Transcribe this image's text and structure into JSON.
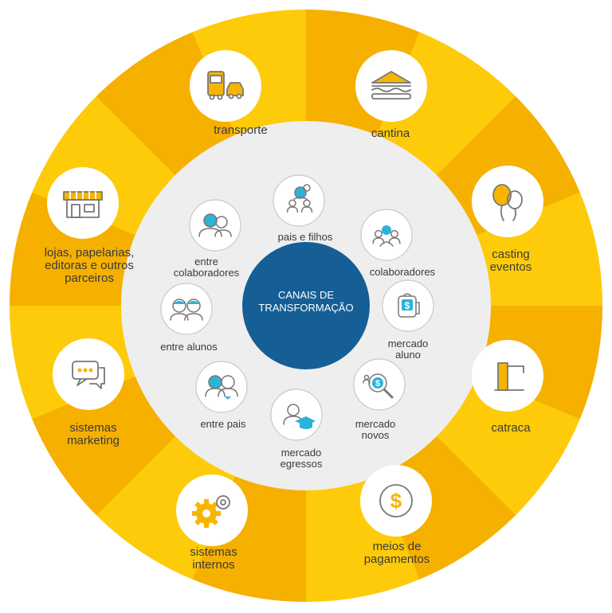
{
  "center": {
    "line1": "CANAIS DE",
    "line2": "TRANSFORMAÇÃO"
  },
  "outer": [
    {
      "id": "transporte",
      "lines": [
        "transporte"
      ],
      "icon": "bus-car-icon"
    },
    {
      "id": "cantina",
      "lines": [
        "cantina"
      ],
      "icon": "sandwich-icon"
    },
    {
      "id": "casting",
      "lines": [
        "casting",
        "eventos"
      ],
      "icon": "balloons-icon"
    },
    {
      "id": "catraca",
      "lines": [
        "catraca"
      ],
      "icon": "turnstile-icon"
    },
    {
      "id": "meios",
      "lines": [
        "meios de",
        "pagamentos"
      ],
      "icon": "dollar-coin-icon"
    },
    {
      "id": "sistemas-internos",
      "lines": [
        "sistemas",
        "internos"
      ],
      "icon": "gears-icon"
    },
    {
      "id": "sistemas-marketing",
      "lines": [
        "sistemas",
        "marketing"
      ],
      "icon": "chat-bubble-icon"
    },
    {
      "id": "lojas",
      "lines": [
        "lojas, papelarias,",
        "editoras e outros",
        "parceiros"
      ],
      "icon": "storefront-icon"
    }
  ],
  "inner": [
    {
      "id": "pais-filhos",
      "lines": [
        "pais e filhos"
      ],
      "icon": "parent-children-icon"
    },
    {
      "id": "colaboradores",
      "lines": [
        "colaboradores"
      ],
      "icon": "people-group-icon"
    },
    {
      "id": "mercado-aluno",
      "lines": [
        "mercado",
        "aluno"
      ],
      "icon": "backpack-money-icon"
    },
    {
      "id": "mercado-novos",
      "lines": [
        "mercado",
        "novos"
      ],
      "icon": "magnifier-money-icon"
    },
    {
      "id": "mercado-egressos",
      "lines": [
        "mercado",
        "egressos"
      ],
      "icon": "graduate-icon"
    },
    {
      "id": "entre-pais",
      "lines": [
        "entre pais"
      ],
      "icon": "couple-icon"
    },
    {
      "id": "entre-alunos",
      "lines": [
        "entre alunos"
      ],
      "icon": "students-icon"
    },
    {
      "id": "entre-colaboradores",
      "lines": [
        "entre",
        "colaboradores"
      ],
      "icon": "coworkers-icon"
    }
  ],
  "colors": {
    "yellow_light": "#FDCB0A",
    "yellow_dark": "#F6B000",
    "inner_disc": "#EEEEEE",
    "center": "#155F96",
    "accent_blue": "#2BB3D9",
    "icon_yellow": "#F7B500",
    "icon_gray": "#777777",
    "text": "#3a3a3a"
  }
}
